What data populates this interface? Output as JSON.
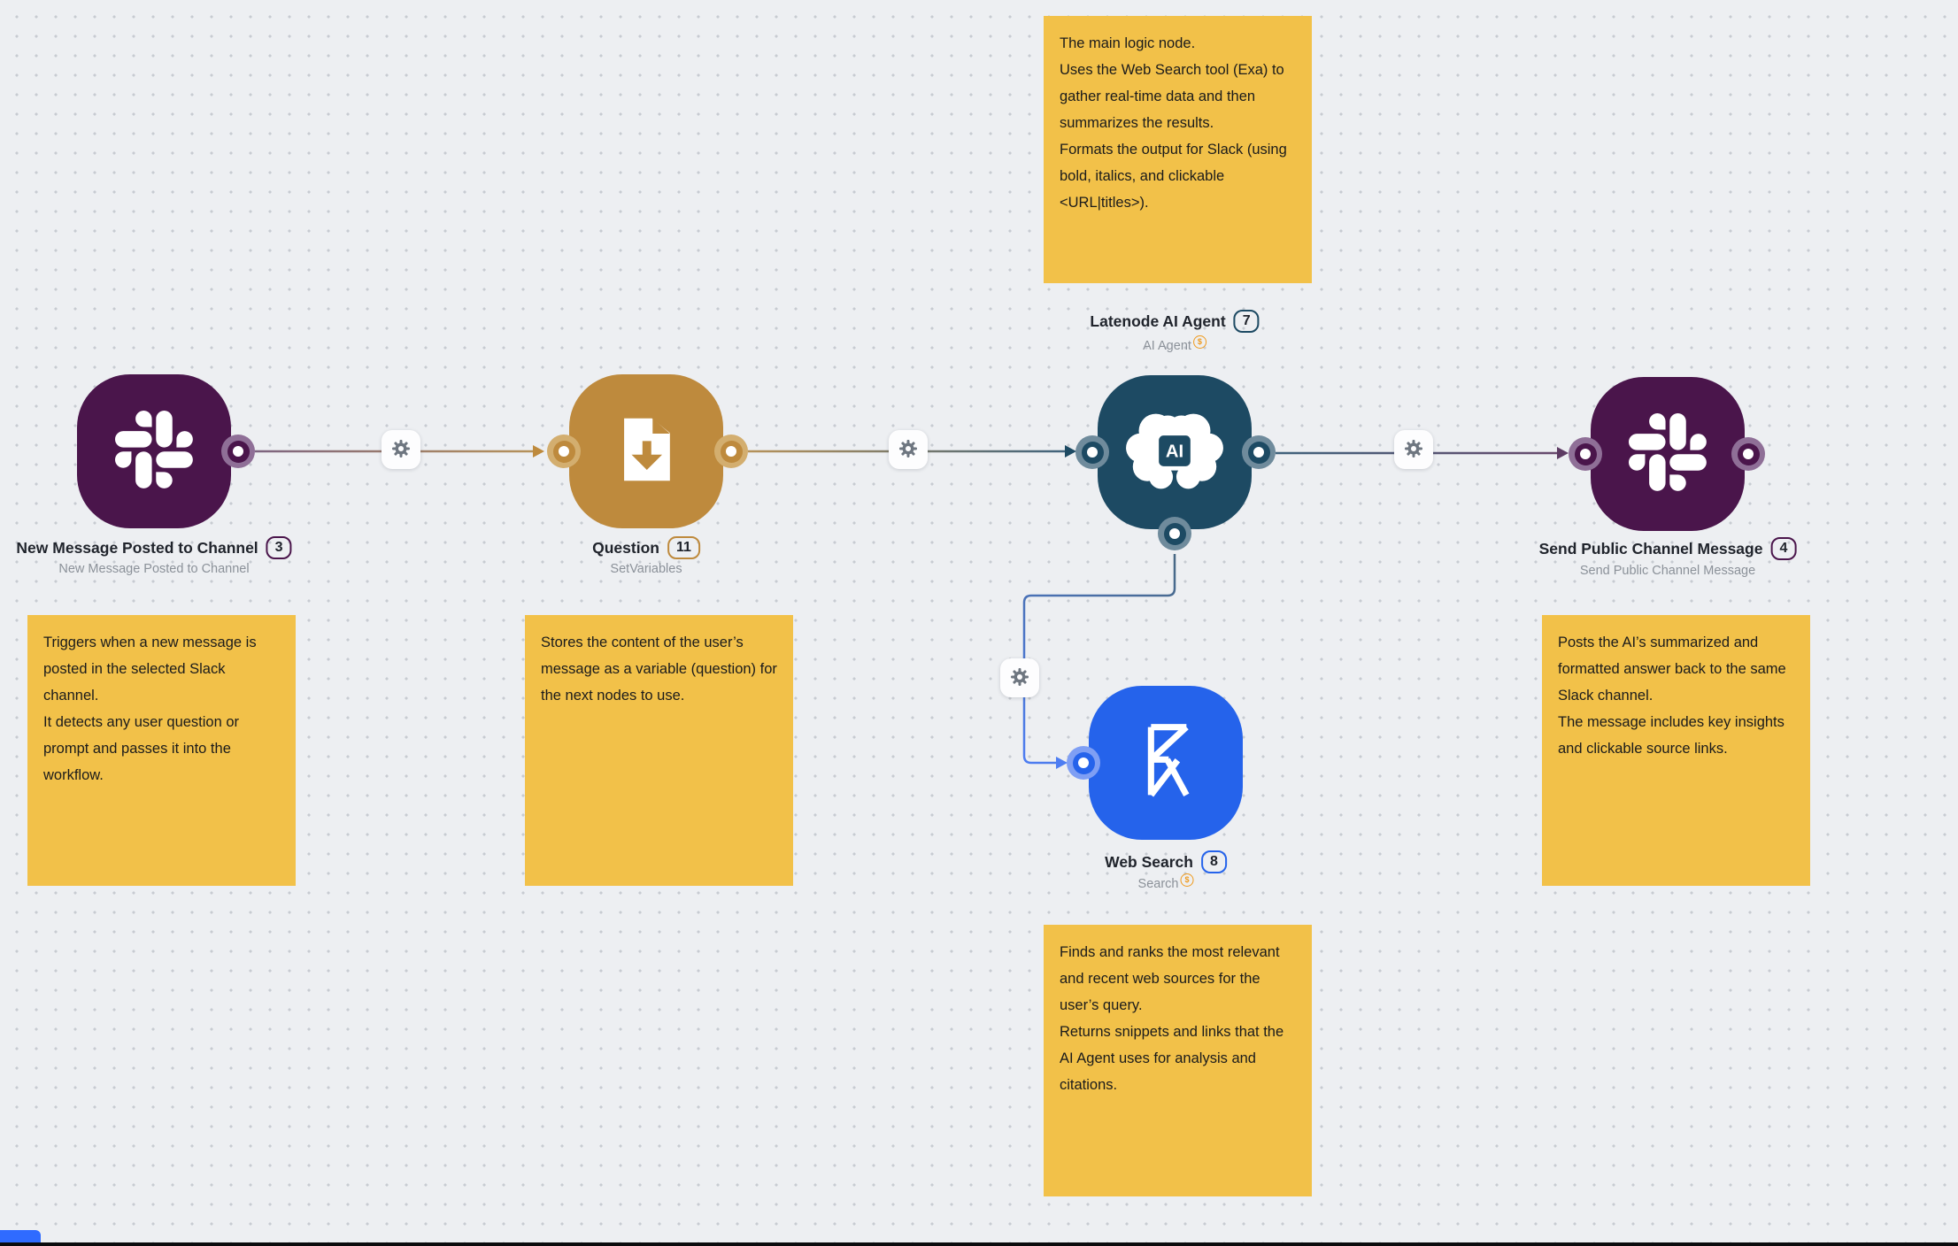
{
  "canvas": {
    "background_color": "#edeff2",
    "dot_color": "#c7cbd1",
    "note_color": "#F2C149"
  },
  "cost_icon": {
    "label": "$"
  },
  "nodes": [
    {
      "id": "slack-trigger",
      "title": "New Message Posted to Channel",
      "badge": "3",
      "subtitle": "New Message Posted to Channel",
      "icon": "slack-icon",
      "color": "#4A154B"
    },
    {
      "id": "question",
      "title": "Question",
      "badge": "11",
      "subtitle": "SetVariables",
      "icon": "file-download-icon",
      "color": "#BE8A3D"
    },
    {
      "id": "ai-agent",
      "title": "Latenode AI Agent",
      "badge": "7",
      "subtitle": "AI Agent",
      "icon": "ai-brain-icon",
      "color": "#1D4A63",
      "has_cost_icon": true
    },
    {
      "id": "web-search",
      "title": "Web Search",
      "badge": "8",
      "subtitle": "Search",
      "icon": "exa-icon",
      "color": "#2563EB",
      "has_cost_icon": true
    },
    {
      "id": "slack-send",
      "title": "Send Public Channel Message",
      "badge": "4",
      "subtitle": "Send Public Channel Message",
      "icon": "slack-icon",
      "color": "#4A154B"
    }
  ],
  "notes": [
    {
      "for": "slack-trigger",
      "text": "Triggers when a new message is posted in the selected Slack channel.\nIt detects any user question or prompt and passes it into the workflow."
    },
    {
      "for": "question",
      "text": "Stores the content of the user’s message as a variable (question) for the next nodes to use."
    },
    {
      "for": "ai-agent",
      "text": "The main logic node.\nUses the Web Search tool (Exa) to gather real-time data and then summarizes the results.\nFormats the output for Slack (using bold, italics, and clickable <URL|titles>)."
    },
    {
      "for": "web-search",
      "text": "Finds and ranks the most relevant and recent web sources for the user’s query.\nReturns snippets and links that the AI Agent uses for analysis and citations."
    },
    {
      "for": "slack-send",
      "text": "Posts the AI’s summarized and formatted answer back to the same Slack channel.\nThe message includes key insights and clickable source links."
    }
  ]
}
